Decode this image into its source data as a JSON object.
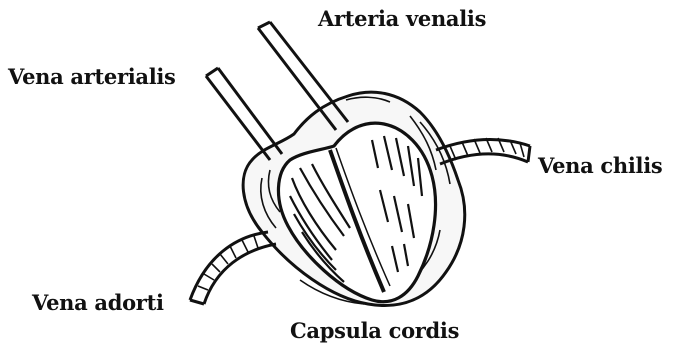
{
  "labels": {
    "arteria_venalis": "Arteria venalis",
    "vena_arterialis": "Vena arterialis",
    "vena_chilis": "Vena chilis",
    "vena_adorti": "Vena adorti",
    "capsula_cordis": "Capsula cordis"
  }
}
